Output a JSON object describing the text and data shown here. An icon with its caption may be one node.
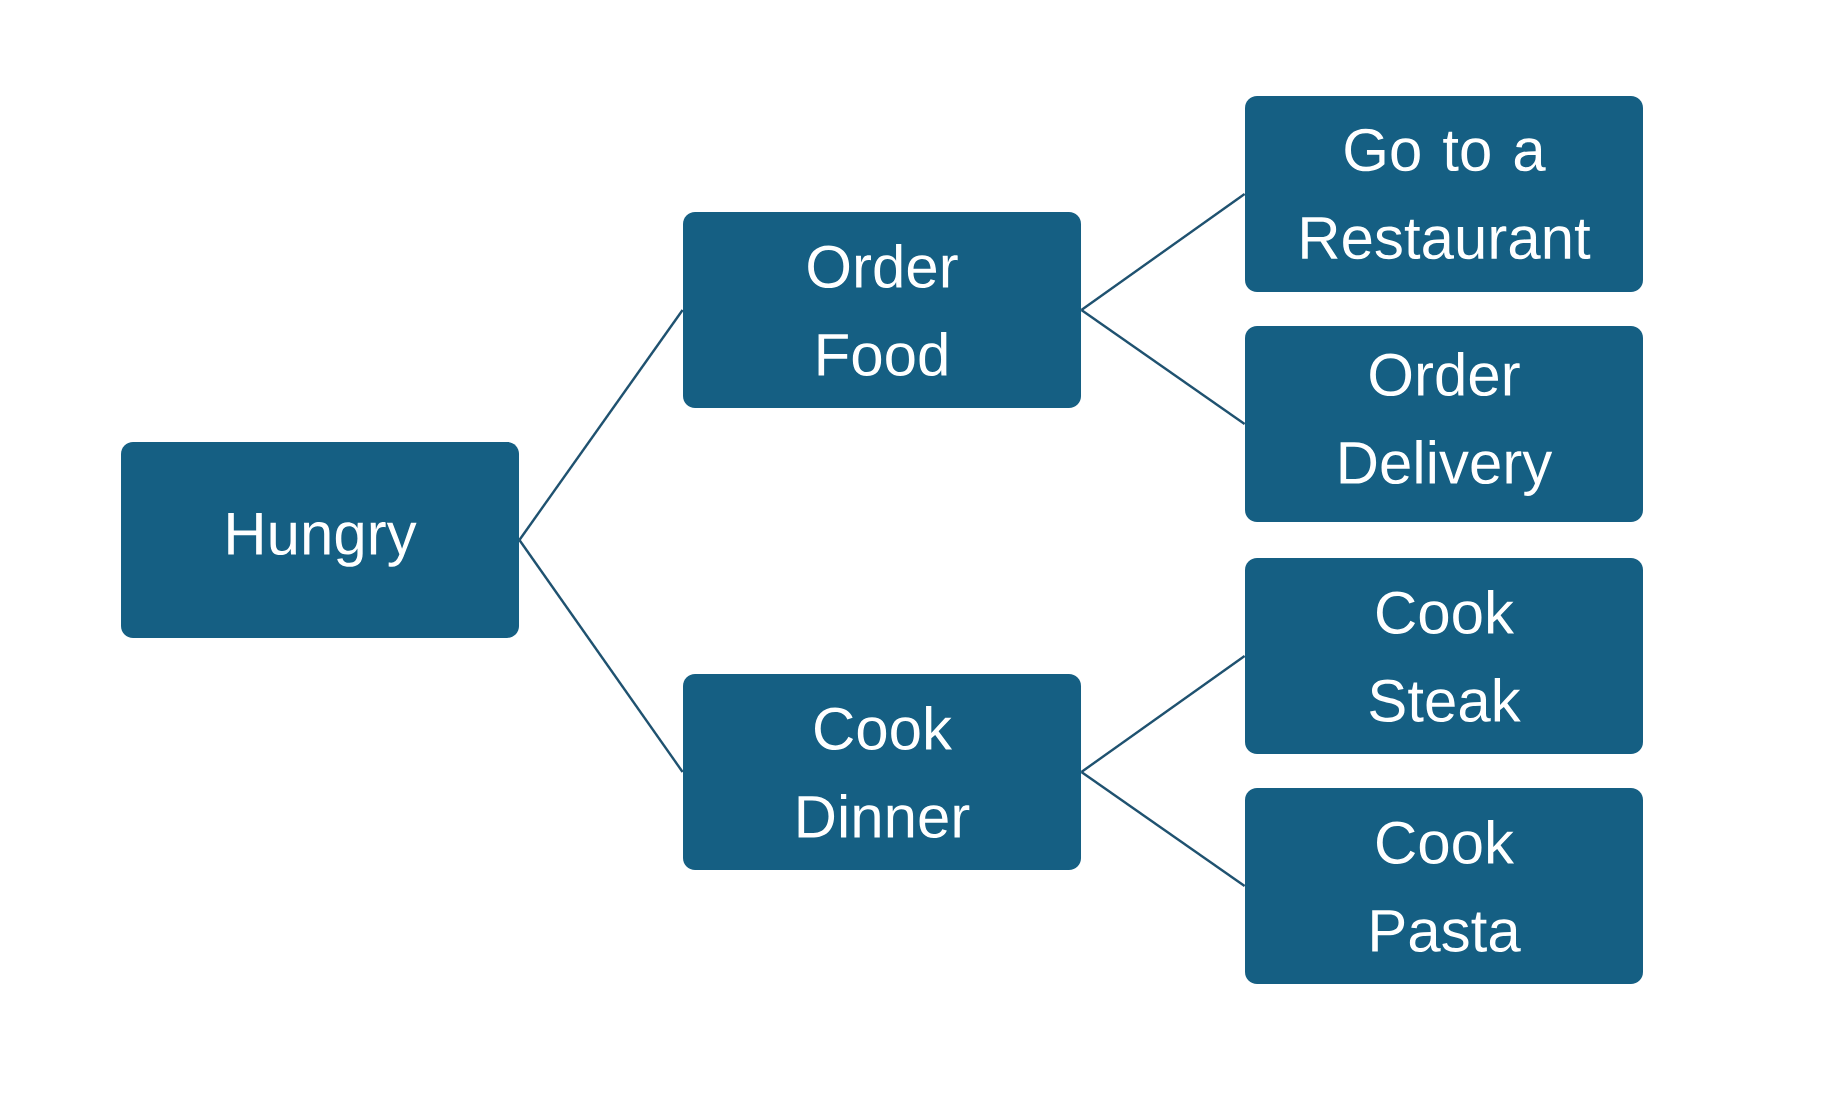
{
  "diagram": {
    "nodes": [
      {
        "text": [
          "Hungry"
        ]
      },
      {
        "text": [
          "Order Food"
        ]
      },
      {
        "text": [
          "Cook Dinner"
        ]
      },
      {
        "text": [
          "Go to a Restaurant"
        ]
      },
      {
        "text": [
          "Order Delivery"
        ]
      },
      {
        "text": [
          "Cook Steak"
        ]
      },
      {
        "text": [
          "Cook Pasta"
        ]
      }
    ],
    "edges": [
      {
        "from": 0,
        "to": 1,
        "arrow": "none"
      },
      {
        "from": 0,
        "to": 2,
        "arrow": "none"
      },
      {
        "from": 1,
        "to": 3,
        "arrow": "none"
      },
      {
        "from": 1,
        "to": 4,
        "arrow": "none"
      },
      {
        "from": 2,
        "to": 5,
        "arrow": "none"
      },
      {
        "from": 2,
        "to": 6,
        "arrow": "none"
      }
    ]
  }
}
